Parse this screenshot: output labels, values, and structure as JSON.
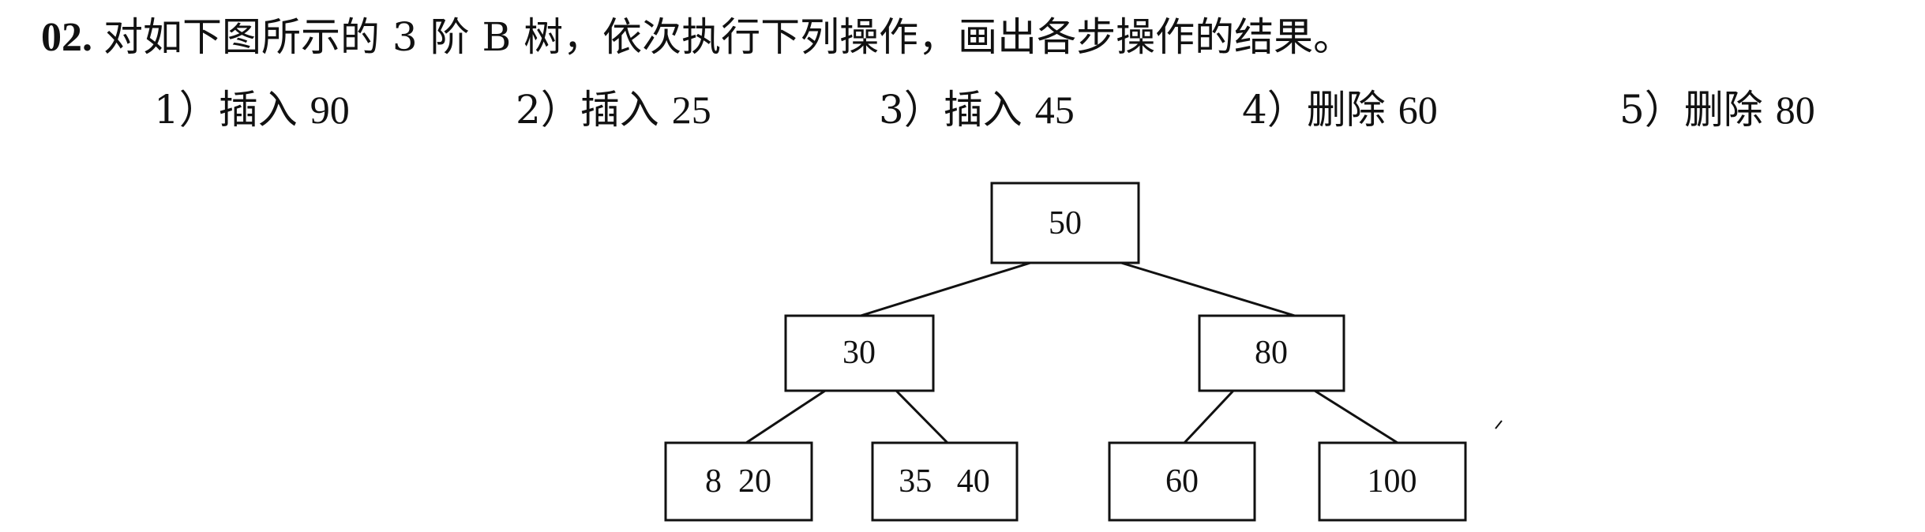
{
  "question": {
    "number": "02.",
    "text": "对如下图所示的 3 阶 B 树，依次执行下列操作，画出各步操作的结果。"
  },
  "operations": [
    {
      "index": "1）",
      "action": "插入",
      "value": "90"
    },
    {
      "index": "2）",
      "action": "插入",
      "value": "25"
    },
    {
      "index": "3）",
      "action": "插入",
      "value": "45"
    },
    {
      "index": "4）",
      "action": "删除",
      "value": "60"
    },
    {
      "index": "5）",
      "action": "删除",
      "value": "80"
    }
  ],
  "btree": {
    "root": {
      "keys": "50"
    },
    "level1": [
      {
        "keys": "30"
      },
      {
        "keys": "80"
      }
    ],
    "leaves": [
      {
        "keys": "8  20"
      },
      {
        "keys": "35   40"
      },
      {
        "keys": "60"
      },
      {
        "keys": "100"
      }
    ]
  }
}
